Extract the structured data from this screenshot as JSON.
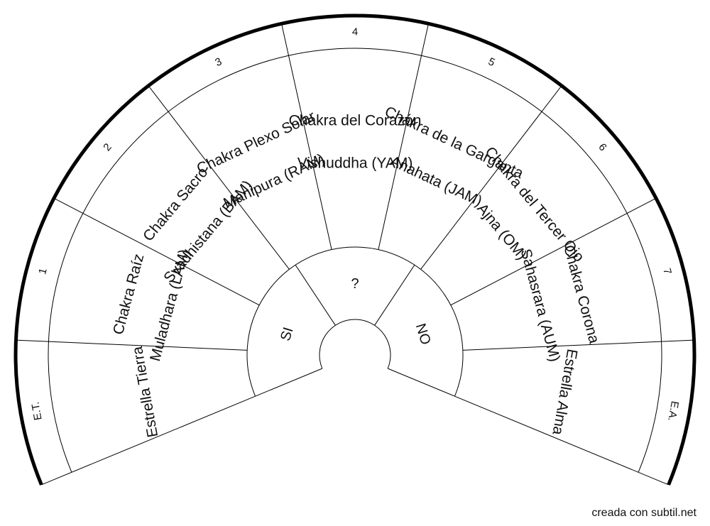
{
  "colors": {
    "stroke": "#000000",
    "text": "#111111",
    "credit": "#c8c8c8"
  },
  "sectors": [
    {
      "number": "E.T.",
      "lines": [
        "Estrella Tierra"
      ]
    },
    {
      "number": "1",
      "lines": [
        "Chakra Raíz",
        "Muladhara (LAM)"
      ]
    },
    {
      "number": "2",
      "lines": [
        "Chakra Sacro",
        "Svadhistana (BAM)"
      ]
    },
    {
      "number": "3",
      "lines": [
        "Chakra Plexo Solar",
        "Manipura (RAM)"
      ]
    },
    {
      "number": "4",
      "lines": [
        "Chakra  del Corazón",
        "Vishuddha (YAM)"
      ]
    },
    {
      "number": "5",
      "lines": [
        "Chakra de la Garganta",
        "Anahata (JAM)"
      ]
    },
    {
      "number": "6",
      "lines": [
        "Chakra del Tercer Ojo",
        "Ajna (OM)"
      ]
    },
    {
      "number": "7",
      "lines": [
        "Chakra Corona",
        "Sahasrara (AUM)"
      ]
    },
    {
      "number": "E.A.",
      "lines": [
        "Estrella Alma"
      ]
    }
  ],
  "center": {
    "left": "SI",
    "middle": "?",
    "right": "NO"
  },
  "credit": "creada con subtil.net"
}
